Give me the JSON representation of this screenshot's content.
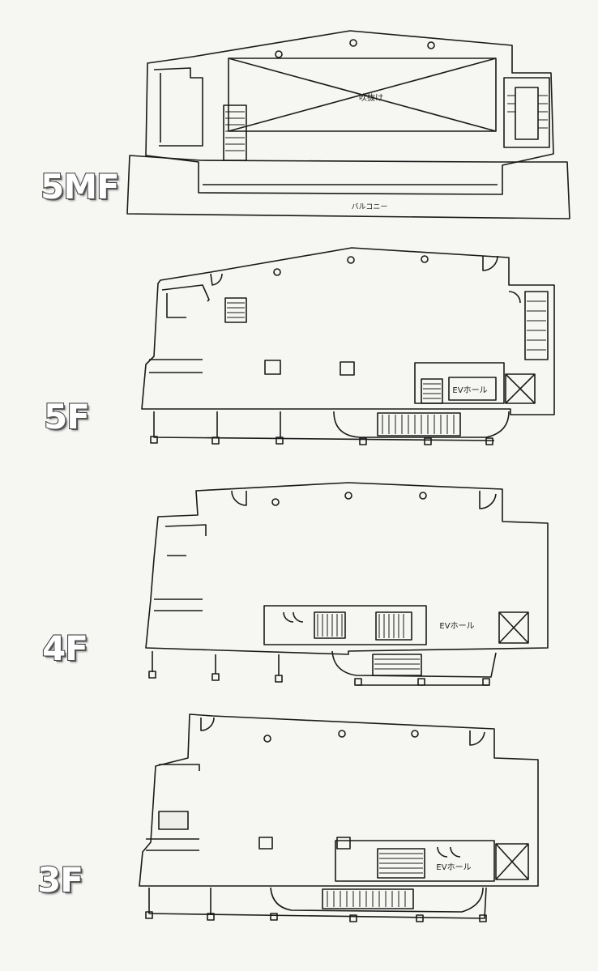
{
  "floors": {
    "f5mf": {
      "label": "5MF",
      "void_label": "吹抜け",
      "balcony_label": "バルコニー"
    },
    "f5": {
      "label": "5F",
      "ev_hall": "EVホール"
    },
    "f4": {
      "label": "4F",
      "ev_hall": "EVホール"
    },
    "f3": {
      "label": "3F",
      "ev_hall": "EVホール"
    }
  }
}
